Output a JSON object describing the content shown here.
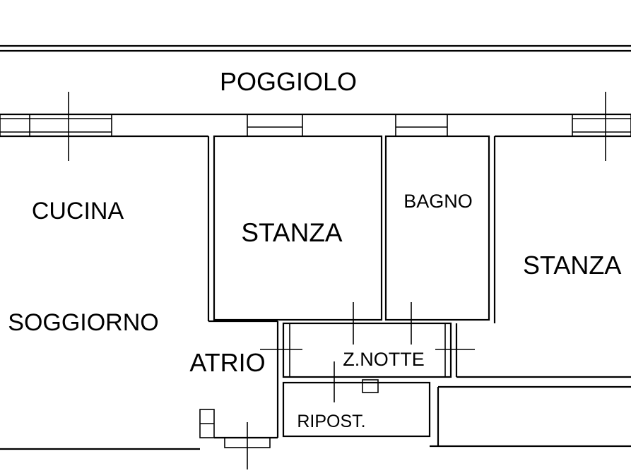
{
  "rooms": {
    "poggiolo": "POGGIOLO",
    "cucina": "CUCINA",
    "soggiorno": "SOGGIORNO",
    "stanza_1": "STANZA",
    "bagno": "BAGNO",
    "stanza_2": "STANZA",
    "atrio": "ATRIO",
    "zona_notte": "Z.NOTTE",
    "ripostiglio": "RIPOST."
  }
}
